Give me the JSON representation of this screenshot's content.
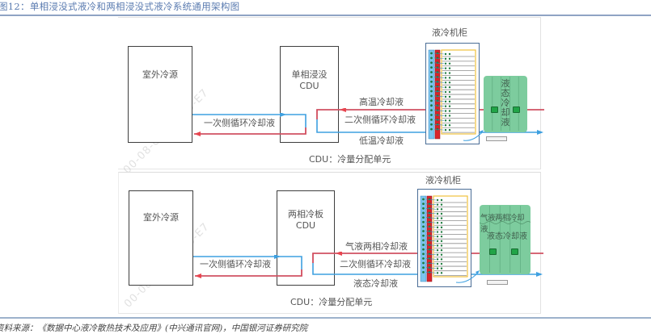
{
  "figure": {
    "title": "图12：单相浸没式液冷和两相浸没式液冷系统通用架构图",
    "source": "资料来源：《数据中心液冷散热技术及应用》(中兴通讯官网)，中国银河证券研究院"
  },
  "colors": {
    "hot_pipe": "#e8454f",
    "cold_pipe": "#3ea0e0",
    "title_blue": "#5a7bb0",
    "tank_green": "#7dcc9e",
    "rack_blue": "#7cc4ee",
    "rack_red": "#d9232a",
    "rack_yellow": "#f0c23c"
  },
  "watermark": "00-08-C6-CB-A6-E7",
  "panels": [
    {
      "id": "single-phase",
      "outdoor_source": "室外冷源",
      "cdu_line1": "单相浸没",
      "cdu_line2": "CDU",
      "primary_loop": "一次侧循环冷却液",
      "hot_return": "高温冷却液",
      "secondary_loop": "二次侧循环冷却液",
      "cold_supply": "低温冷却液",
      "cabinet_title": "液冷机柜",
      "tank_label": "液态冷却液",
      "legend": "CDU：冷量分配单元"
    },
    {
      "id": "two-phase",
      "outdoor_source": "室外冷源",
      "cdu_line1": "两相冷板",
      "cdu_line2": "CDU",
      "primary_loop": "一次侧循环冷却液",
      "hot_return": "气液两相冷却液",
      "secondary_loop": "二次侧循环冷却液",
      "cold_supply": "液态冷却液",
      "cabinet_title": "液冷机柜",
      "tank_label_top": "气液两相冷却液",
      "tank_label": "液态冷却液",
      "legend": "CDU：冷量分配单元"
    }
  ]
}
